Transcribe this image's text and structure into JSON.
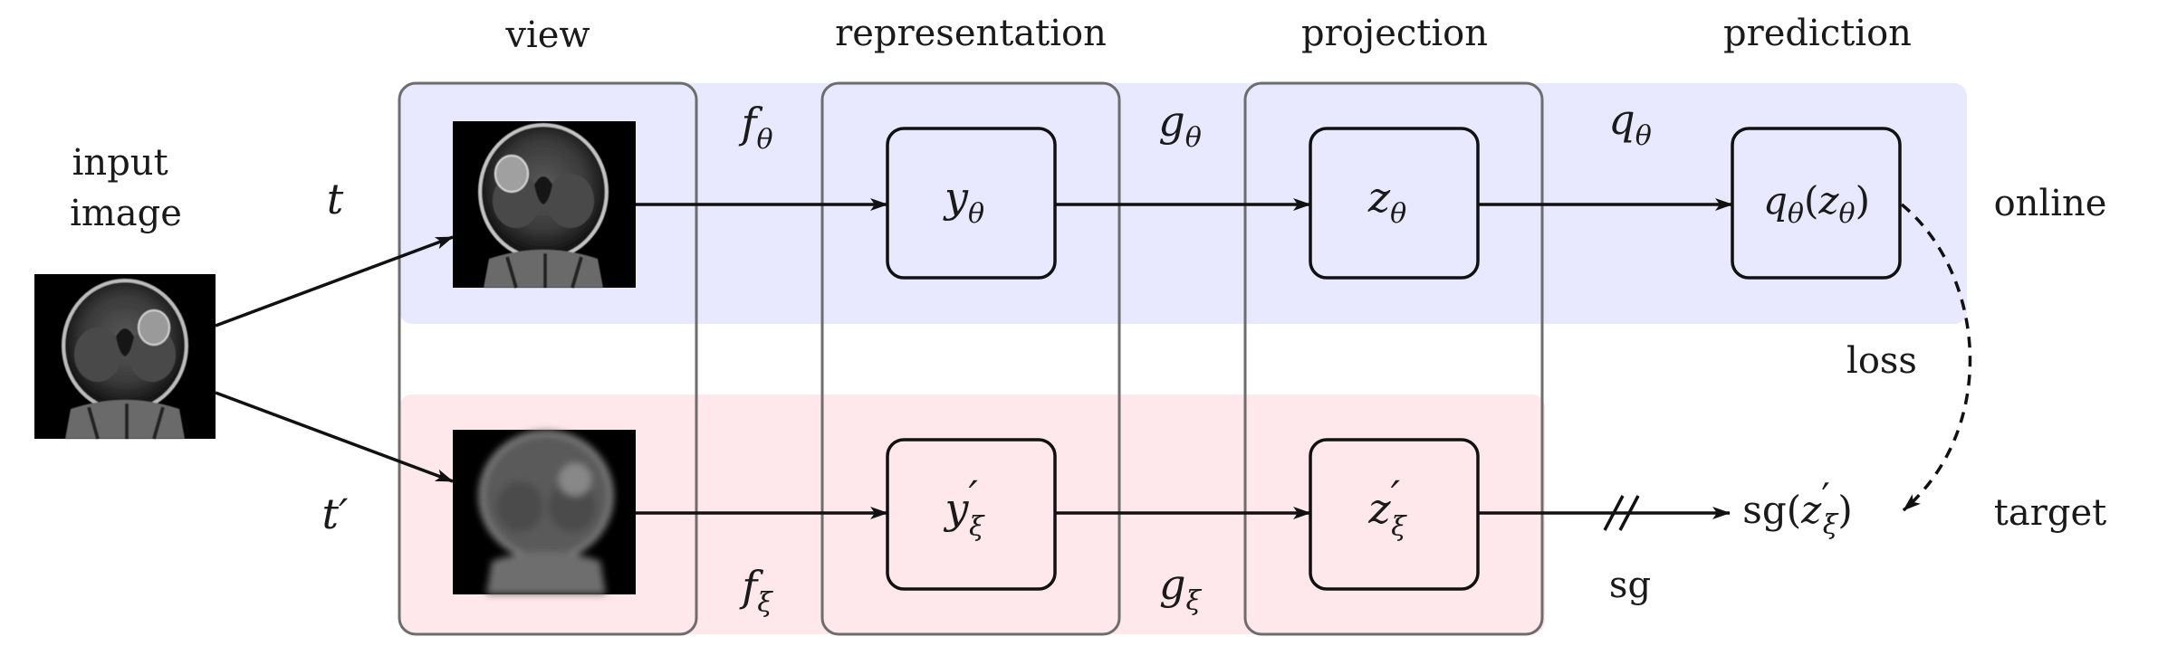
{
  "stage_headers": [
    "view",
    "representation",
    "projection",
    "prediction"
  ],
  "input_label": [
    "input",
    "image"
  ],
  "transforms": {
    "online": {
      "base": "t",
      "prime": ""
    },
    "target": {
      "base": "t",
      "prime": "′"
    }
  },
  "edge_labels": {
    "online": [
      {
        "base": "f",
        "sub": "θ"
      },
      {
        "base": "g",
        "sub": "θ"
      },
      {
        "base": "q",
        "sub": "θ"
      }
    ],
    "target": [
      {
        "base": "f",
        "sub": "ξ"
      },
      {
        "base": "g",
        "sub": "ξ"
      },
      {
        "base": "sg",
        "sub": ""
      }
    ]
  },
  "nodes": {
    "online": [
      {
        "base": "y",
        "prime": "",
        "sub": "θ"
      },
      {
        "base": "z",
        "prime": "",
        "sub": "θ"
      }
    ],
    "target": [
      {
        "base": "y",
        "prime": "′",
        "sub": "ξ"
      },
      {
        "base": "z",
        "prime": "′",
        "sub": "ξ"
      }
    ]
  },
  "prediction_node": {
    "fn": "q",
    "fn_sub": "θ",
    "arg": "z",
    "arg_sub": "θ"
  },
  "target_output": {
    "fn": "sg",
    "arg": "z",
    "arg_prime": "′",
    "arg_sub": "ξ"
  },
  "row_labels": {
    "online": "online",
    "target": "target"
  },
  "loss_label": "loss",
  "colors": {
    "online_band": "#e8e8ff",
    "target_band": "#ffe8ec",
    "column_border": "#6d6d6d",
    "stroke": "#111111"
  }
}
